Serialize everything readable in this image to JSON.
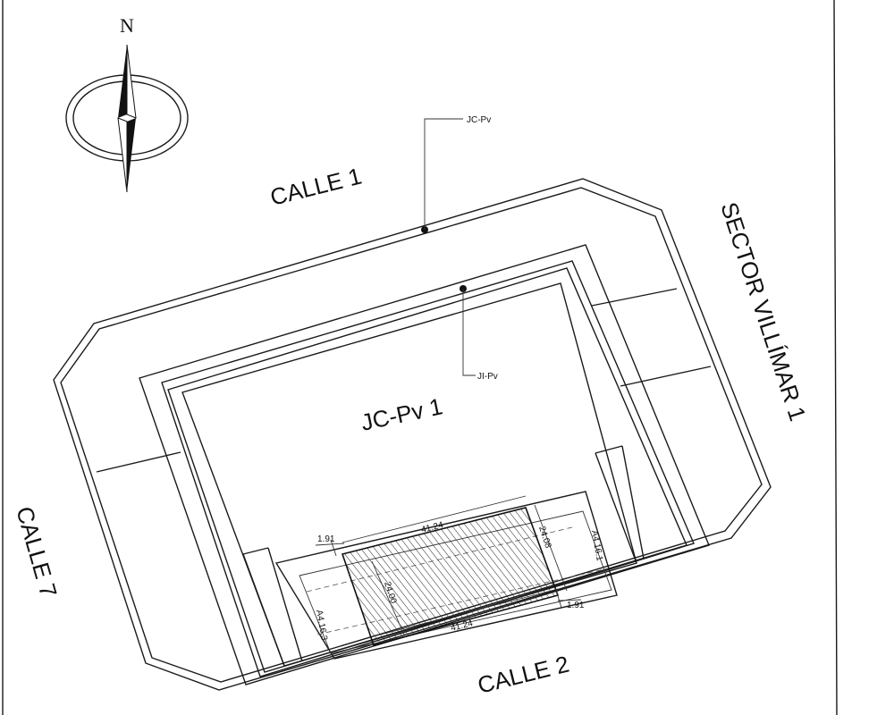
{
  "north": {
    "letter": "N"
  },
  "streets": {
    "calle_1": "CALLE 1",
    "calle_2": "CALLE 2",
    "calle_7": "CALLE 7",
    "sector": "SECTOR VILLÍMAR 1"
  },
  "block": {
    "label": "JC-Pv 1"
  },
  "callouts": {
    "outer": "JC-Pv",
    "inner": "JI-Pv"
  },
  "lot": {
    "dim_top": "41.24",
    "dim_bottom": "41.24",
    "dim_left": "24.00",
    "dim_right": "24.08",
    "offset_top": "1.91",
    "offset_bottom": "1.91",
    "neighbor_left": "A4.16.3",
    "neighbor_right": "A4.16.1"
  }
}
